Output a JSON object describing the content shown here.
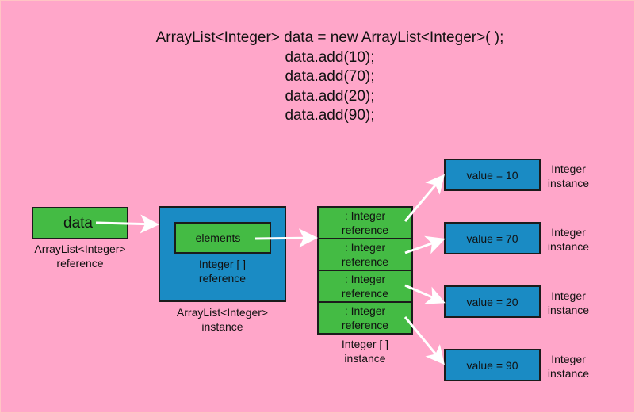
{
  "code": {
    "lines": [
      "ArrayList<Integer> data = new ArrayList<Integer>( );",
      "data.add(10);",
      "data.add(70);",
      "data.add(20);",
      "data.add(90);"
    ]
  },
  "reference": {
    "name": "data",
    "caption_line1": "ArrayList<Integer>",
    "caption_line2": "reference"
  },
  "arraylist_instance": {
    "field_name": "elements",
    "field_caption_line1": "Integer [ ]",
    "field_caption_line2": "reference",
    "caption_line1": "ArrayList<Integer>",
    "caption_line2": "instance"
  },
  "array_instance": {
    "cells": [
      {
        "line1": ": Integer",
        "line2": "reference"
      },
      {
        "line1": ": Integer",
        "line2": "reference"
      },
      {
        "line1": ": Integer",
        "line2": "reference"
      },
      {
        "line1": ": Integer",
        "line2": "reference"
      }
    ],
    "caption_line1": "Integer [ ]",
    "caption_line2": "instance"
  },
  "integer_instances": [
    {
      "value_label": "value = 10",
      "caption_line1": "Integer",
      "caption_line2": "instance"
    },
    {
      "value_label": "value = 70",
      "caption_line1": "Integer",
      "caption_line2": "instance"
    },
    {
      "value_label": "value = 20",
      "caption_line1": "Integer",
      "caption_line2": "instance"
    },
    {
      "value_label": "value = 90",
      "caption_line1": "Integer",
      "caption_line2": "instance"
    }
  ],
  "colors": {
    "background": "#ffa6c9",
    "reference_box": "#44bb44",
    "instance_box": "#1a8bc4",
    "arrow": "#ffffff"
  }
}
